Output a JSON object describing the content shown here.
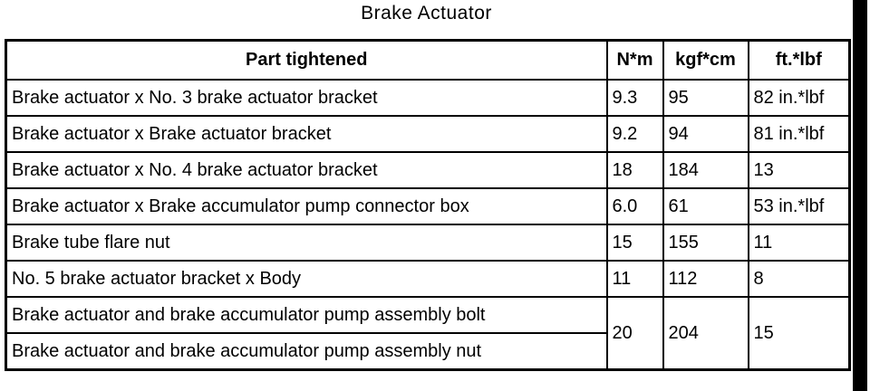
{
  "page_title": "Brake Actuator",
  "colors": {
    "border": "#000000",
    "background": "#ffffff",
    "text": "#000000",
    "right_bar": "#000000"
  },
  "table": {
    "headers": {
      "part": "Part tightened",
      "nm": "N*m",
      "kgfcm": "kgf*cm",
      "ftlbf": "ft.*lbf"
    },
    "rows": [
      {
        "part": "Brake actuator x No. 3 brake actuator bracket",
        "nm": "9.3",
        "kgfcm": "95",
        "ftlbf": "82 in.*lbf"
      },
      {
        "part": "Brake actuator x Brake actuator bracket",
        "nm": "9.2",
        "kgfcm": "94",
        "ftlbf": "81 in.*lbf"
      },
      {
        "part": "Brake actuator x No. 4 brake actuator bracket",
        "nm": "18",
        "kgfcm": "184",
        "ftlbf": "13"
      },
      {
        "part": "Brake actuator x Brake accumulator pump connector box",
        "nm": "6.0",
        "kgfcm": "61",
        "ftlbf": "53 in.*lbf"
      },
      {
        "part": "Brake tube flare nut",
        "nm": "15",
        "kgfcm": "155",
        "ftlbf": "11"
      },
      {
        "part": "No. 5 brake actuator bracket x Body",
        "nm": "11",
        "kgfcm": "112",
        "ftlbf": "8"
      },
      {
        "part": "Brake actuator and brake accumulator pump assembly bolt",
        "nm": "20",
        "kgfcm": "204",
        "ftlbf": "15",
        "spans_next_row": true
      },
      {
        "part": "Brake actuator and brake accumulator pump assembly nut"
      }
    ]
  }
}
